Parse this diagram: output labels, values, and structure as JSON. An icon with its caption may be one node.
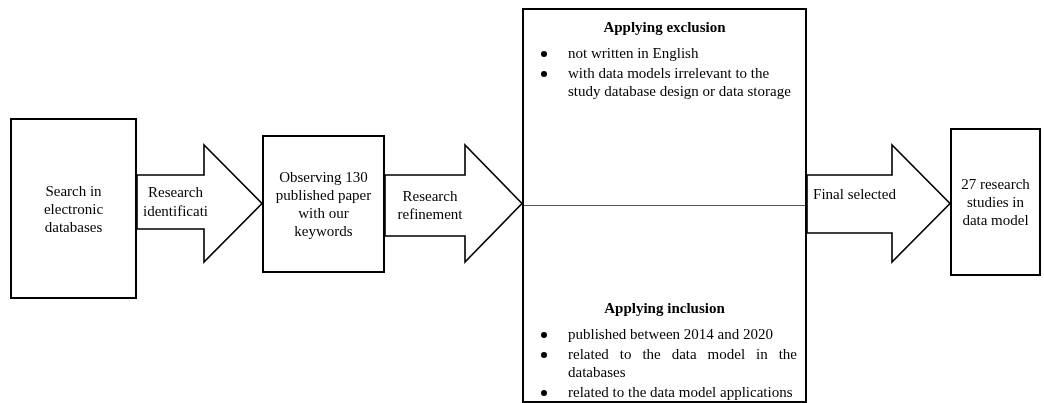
{
  "diagram": {
    "nodes": [
      {
        "text": [
          "Search in electronic databases"
        ]
      },
      {
        "text": [
          "Observing 130 published paper with our keywords"
        ]
      },
      {
        "text": [
          "Applying exclusion",
          "not written in English",
          "with data models irrelevant to the study database design or data storage",
          "Applying inclusion",
          "published between 2014 and 2020",
          "related to the data model in the databases",
          "related to the data model applications"
        ]
      },
      {
        "text": [
          "27 research studies in data model"
        ]
      }
    ],
    "edges": [
      {
        "from": 0,
        "to": 1,
        "arrow": "to",
        "label": "Research identificati"
      },
      {
        "from": 1,
        "to": 2,
        "arrow": "to",
        "label": "Research refinement"
      },
      {
        "from": 2,
        "to": 3,
        "arrow": "to",
        "label": "Final selected"
      }
    ]
  }
}
